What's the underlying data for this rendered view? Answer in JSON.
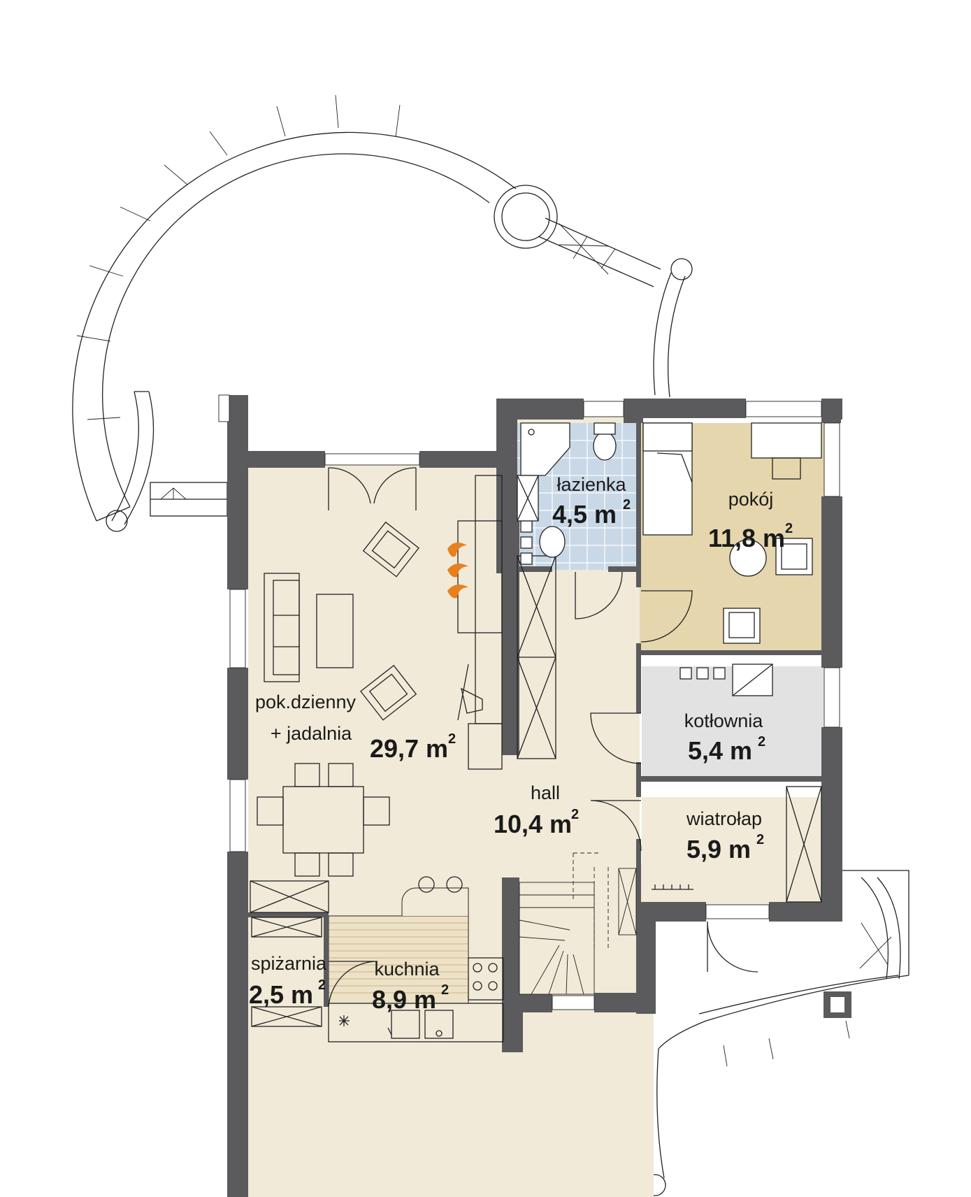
{
  "colors": {
    "wall": "#5b5b5e",
    "living_floor": "#f1ead8",
    "bathroom_floor": "#c9d8e6",
    "room_floor": "#e6d6ad",
    "boiler_floor": "#e2e2e3",
    "fire": "#e8801e"
  },
  "rooms": [
    {
      "id": "lazienka",
      "name": "łazienka",
      "area": "4,5 m",
      "unit_sup": "2"
    },
    {
      "id": "pokoj",
      "name": "pokój",
      "area": "11,8 m",
      "unit_sup": "2"
    },
    {
      "id": "pokdzienny",
      "name_line1": "pok.dzienny",
      "name_line2": "+ jadalnia",
      "area": "29,7 m",
      "unit_sup": "2"
    },
    {
      "id": "kotlownia",
      "name": "kotłownia",
      "area": "5,4 m",
      "unit_sup": "2"
    },
    {
      "id": "hall",
      "name": "hall",
      "area": "10,4 m",
      "unit_sup": "2"
    },
    {
      "id": "wiatrolap",
      "name": "wiatrołap",
      "area": "5,9 m",
      "unit_sup": "2"
    },
    {
      "id": "spizarnia",
      "name": "spiżarnia",
      "area": "2,5 m",
      "unit_sup": "2"
    },
    {
      "id": "kuchnia",
      "name": "kuchnia",
      "area": "8,9 m",
      "unit_sup": "2"
    }
  ]
}
